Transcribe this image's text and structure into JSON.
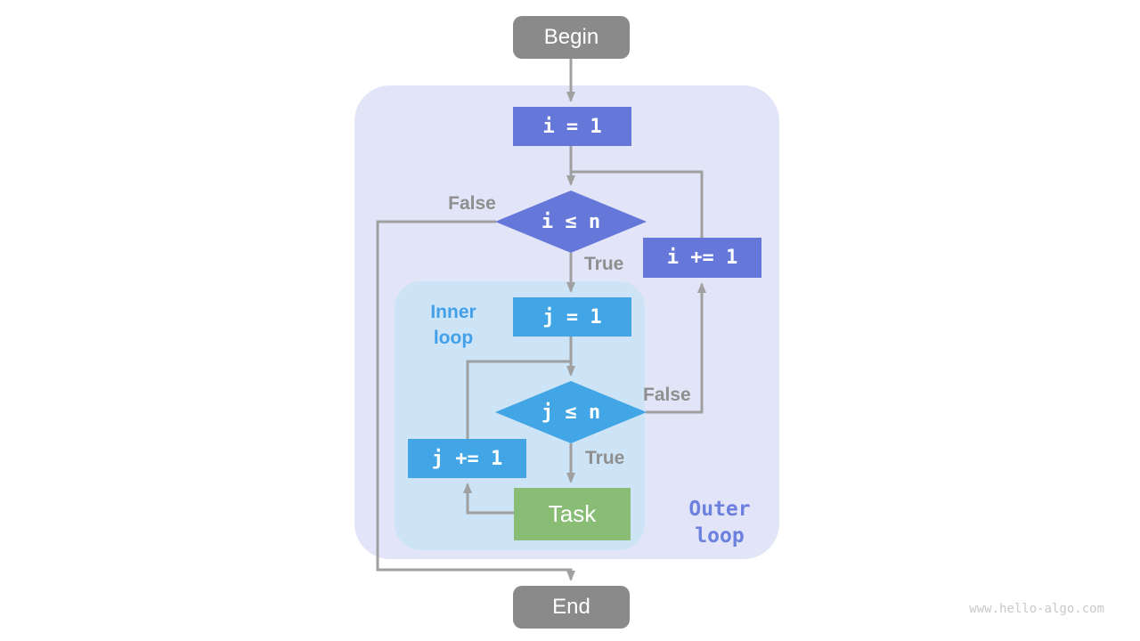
{
  "diagram": {
    "title_hint": "nested loop flowchart",
    "nodes": {
      "begin": {
        "label": "Begin",
        "type": "terminal"
      },
      "init_i": {
        "label": "i = 1",
        "type": "process"
      },
      "cond_i": {
        "label": "i ≤ n",
        "type": "decision"
      },
      "incr_i": {
        "label": "i += 1",
        "type": "process"
      },
      "init_j": {
        "label": "j = 1",
        "type": "process"
      },
      "cond_j": {
        "label": "j ≤ n",
        "type": "decision"
      },
      "incr_j": {
        "label": "j += 1",
        "type": "process"
      },
      "task": {
        "label": "Task",
        "type": "process"
      },
      "end": {
        "label": "End",
        "type": "terminal"
      }
    },
    "branch_labels": {
      "outer_false": "False",
      "outer_true": "True",
      "inner_false": "False",
      "inner_true": "True"
    },
    "region_labels": {
      "inner_loop_line1": "Inner",
      "inner_loop_line2": "loop",
      "outer_loop_line1": "Outer",
      "outer_loop_line2": "loop"
    },
    "colors": {
      "outer_region_bg": "#e2e5f7",
      "inner_region_bg": "#cde4f6",
      "outer_node": "#6577d9",
      "inner_node": "#42a5e5",
      "terminal_node": "#8a8a8a",
      "task_node": "#89bc74",
      "edge": "#a0a0a0",
      "branch_label": "#8f8f8f",
      "inner_loop_label": "#42a0e8",
      "outer_loop_label": "#6c80de",
      "watermark": "#c9c9c9"
    }
  },
  "watermark": "www.hello-algo.com"
}
